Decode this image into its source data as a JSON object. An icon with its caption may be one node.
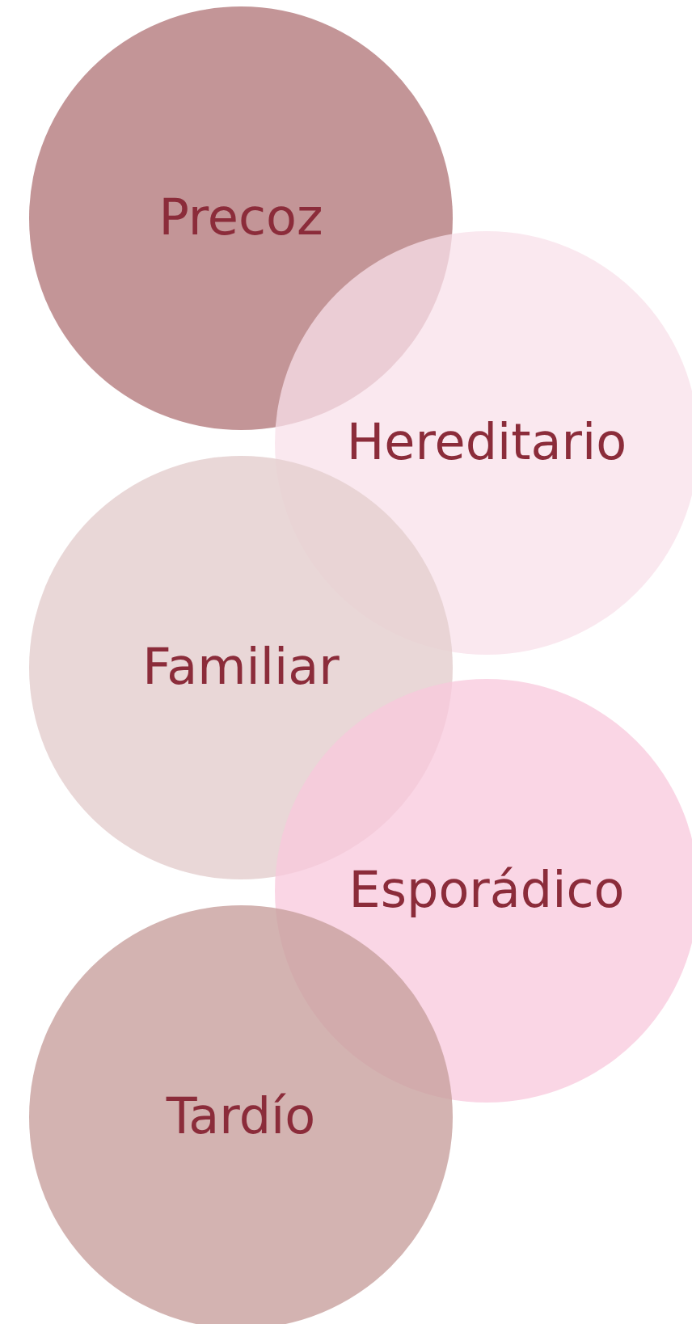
{
  "diagram": {
    "nodes": [
      {
        "text": [
          "Precoz"
        ]
      },
      {
        "text": [
          "Hereditario"
        ]
      },
      {
        "text": [
          "Familiar"
        ]
      },
      {
        "text": [
          "Esporádico"
        ]
      },
      {
        "text": [
          "Tardío"
        ]
      }
    ]
  }
}
